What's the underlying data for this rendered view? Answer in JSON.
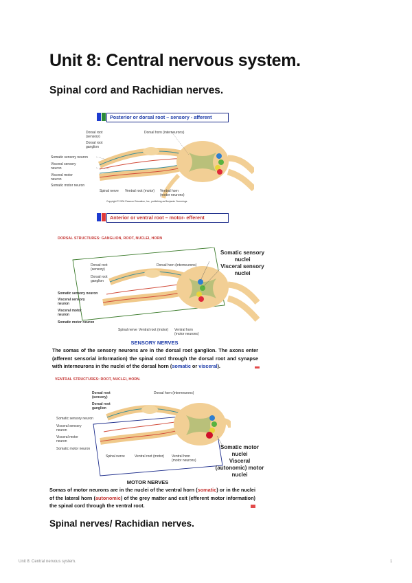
{
  "doc": {
    "title": "Unit 8: Central nervous system.",
    "subtitle": "Spinal cord and Rachidian nerves.",
    "footer_left": "Unit 8: Central nervous system.",
    "footer_page": "1",
    "bottom_heading": "Spinal nerves/ Rachidian nerves."
  },
  "figure1": {
    "banner_top": "Posterior or dorsal root – sensory - afferent",
    "banner_bottom": "Anterior or ventral root – motor- efferent",
    "labels": {
      "dorsal_root": "Dorsal root",
      "dorsal_root_sub": "(sensory)",
      "dorsal_root_ganglion_1": "Dorsal root",
      "dorsal_root_ganglion_2": "ganglion",
      "dorsal_horn": "Dorsal horn (interneurons)",
      "somatic_sensory": "Somatic sensory neuron",
      "visceral_sensory_1": "Visceral sensory",
      "visceral_sensory_2": "neuron",
      "visceral_motor_1": "Visceral motor",
      "visceral_motor_2": "neuron",
      "somatic_motor": "Somatic motor neuron",
      "spinal_nerve": "Spinal nerve",
      "ventral_root": "Ventral root (motor)",
      "ventral_horn_1": "Ventral horn",
      "ventral_horn_2": "(motor neurons)",
      "copyright": "Copyright © 2004 Pearson Education, Inc., publishing as Benjamin Cummings."
    }
  },
  "section2": {
    "heading": "DORSAL STRUCTURES: GANGLION, ROOT, NUCLEI, HORN",
    "annot_somatic": "Somatic sensory",
    "annot_nuclei1": "nuclei",
    "annot_visceral": "Visceral sensory",
    "annot_nuclei2": "nuclei",
    "caption_title": "SENSORY NERVES",
    "para_a": "The somas of the sensory neurons are in the dorsal root ganglion. The axons enter (afferent sensorial information) the spinal cord through the dorsal root and synapse with interneurons in the nuclei of the dorsal horn (",
    "kw1": "somatic",
    "para_or": " or ",
    "kw2": "visceral",
    "para_end": ")."
  },
  "section3": {
    "heading": "VENTRAL STRUCTURES: ROOT, NUCLEI, HORN.",
    "annot_somatic_motor_1": "Somatic motor",
    "annot_somatic_motor_2": "nuclei",
    "annot_visceral_1": "Visceral",
    "annot_visceral_2": "(autonomic) motor",
    "annot_visceral_3": "nuclei",
    "caption_title": "MOTOR NERVES",
    "para_a": "Somas of motor neurons are in the nuclei of the ventral horn (",
    "kw1": "somatic",
    "para_b": ") or in the nuclei of the lateral horn (",
    "kw2": "autonomic",
    "para_c": ") of the grey matter and exit (efferent motor information) the spinal cord through the ventral root."
  },
  "colors": {
    "accent_red": "#c3312f",
    "accent_blue": "#1b3aa8",
    "border_green": "#3a7a2a",
    "border_navy": "#1b2b8a"
  }
}
